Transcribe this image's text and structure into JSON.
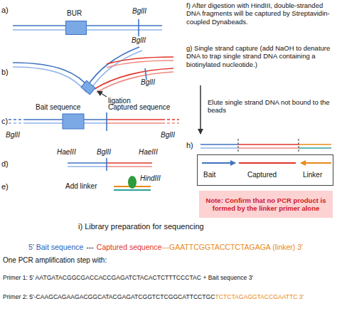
{
  "diagram": {
    "nodes": [
      {
        "text": [
          "BUR"
        ]
      },
      {
        "text": [
          "Bait",
          "Captured",
          "Linker"
        ]
      },
      {
        "text": [
          "Note: Confirm that no PCR product is formed by the linker primer alone"
        ]
      }
    ],
    "labels": [
      "a)",
      "BglII",
      "f) After digestion with HindIII, double-stranded DNA fragments will be captured by Streptavidin-coupled Dynabeads.",
      "b)",
      "BglII",
      "g) Single strand capture (add NaOH to denature DNA to trap single strand DNA containing a biotinylated nucleotide.)",
      "BglII",
      "ligation",
      "Elute single strand DNA not bound to the beads",
      "Bait sequence",
      "Captured sequence",
      "c)",
      "BglII",
      "BglII",
      "HaeIII",
      "BglII",
      "HaeIII",
      "d)",
      "h)",
      "HindIII",
      "e)",
      "Add linker",
      "i) Library preparation for sequencing",
      "5' Bait sequence",
      "---",
      "Captured sequence",
      "---GAATTCGGTACCTCTAGAGA (linker) 3'",
      "One PCR amplification step with:",
      "Primer 1: 5' AATGATACGGCGACCACCGAGATCTACACTCTTTCCCTAC + Bait sequence 3'",
      "Primer 2: 5'-CAAGCAGAAGACGGCATACGAGATCGGTCTCGGCATTCCTGC",
      "TCTCTAGAGGTACCGAATTC 3'"
    ]
  }
}
